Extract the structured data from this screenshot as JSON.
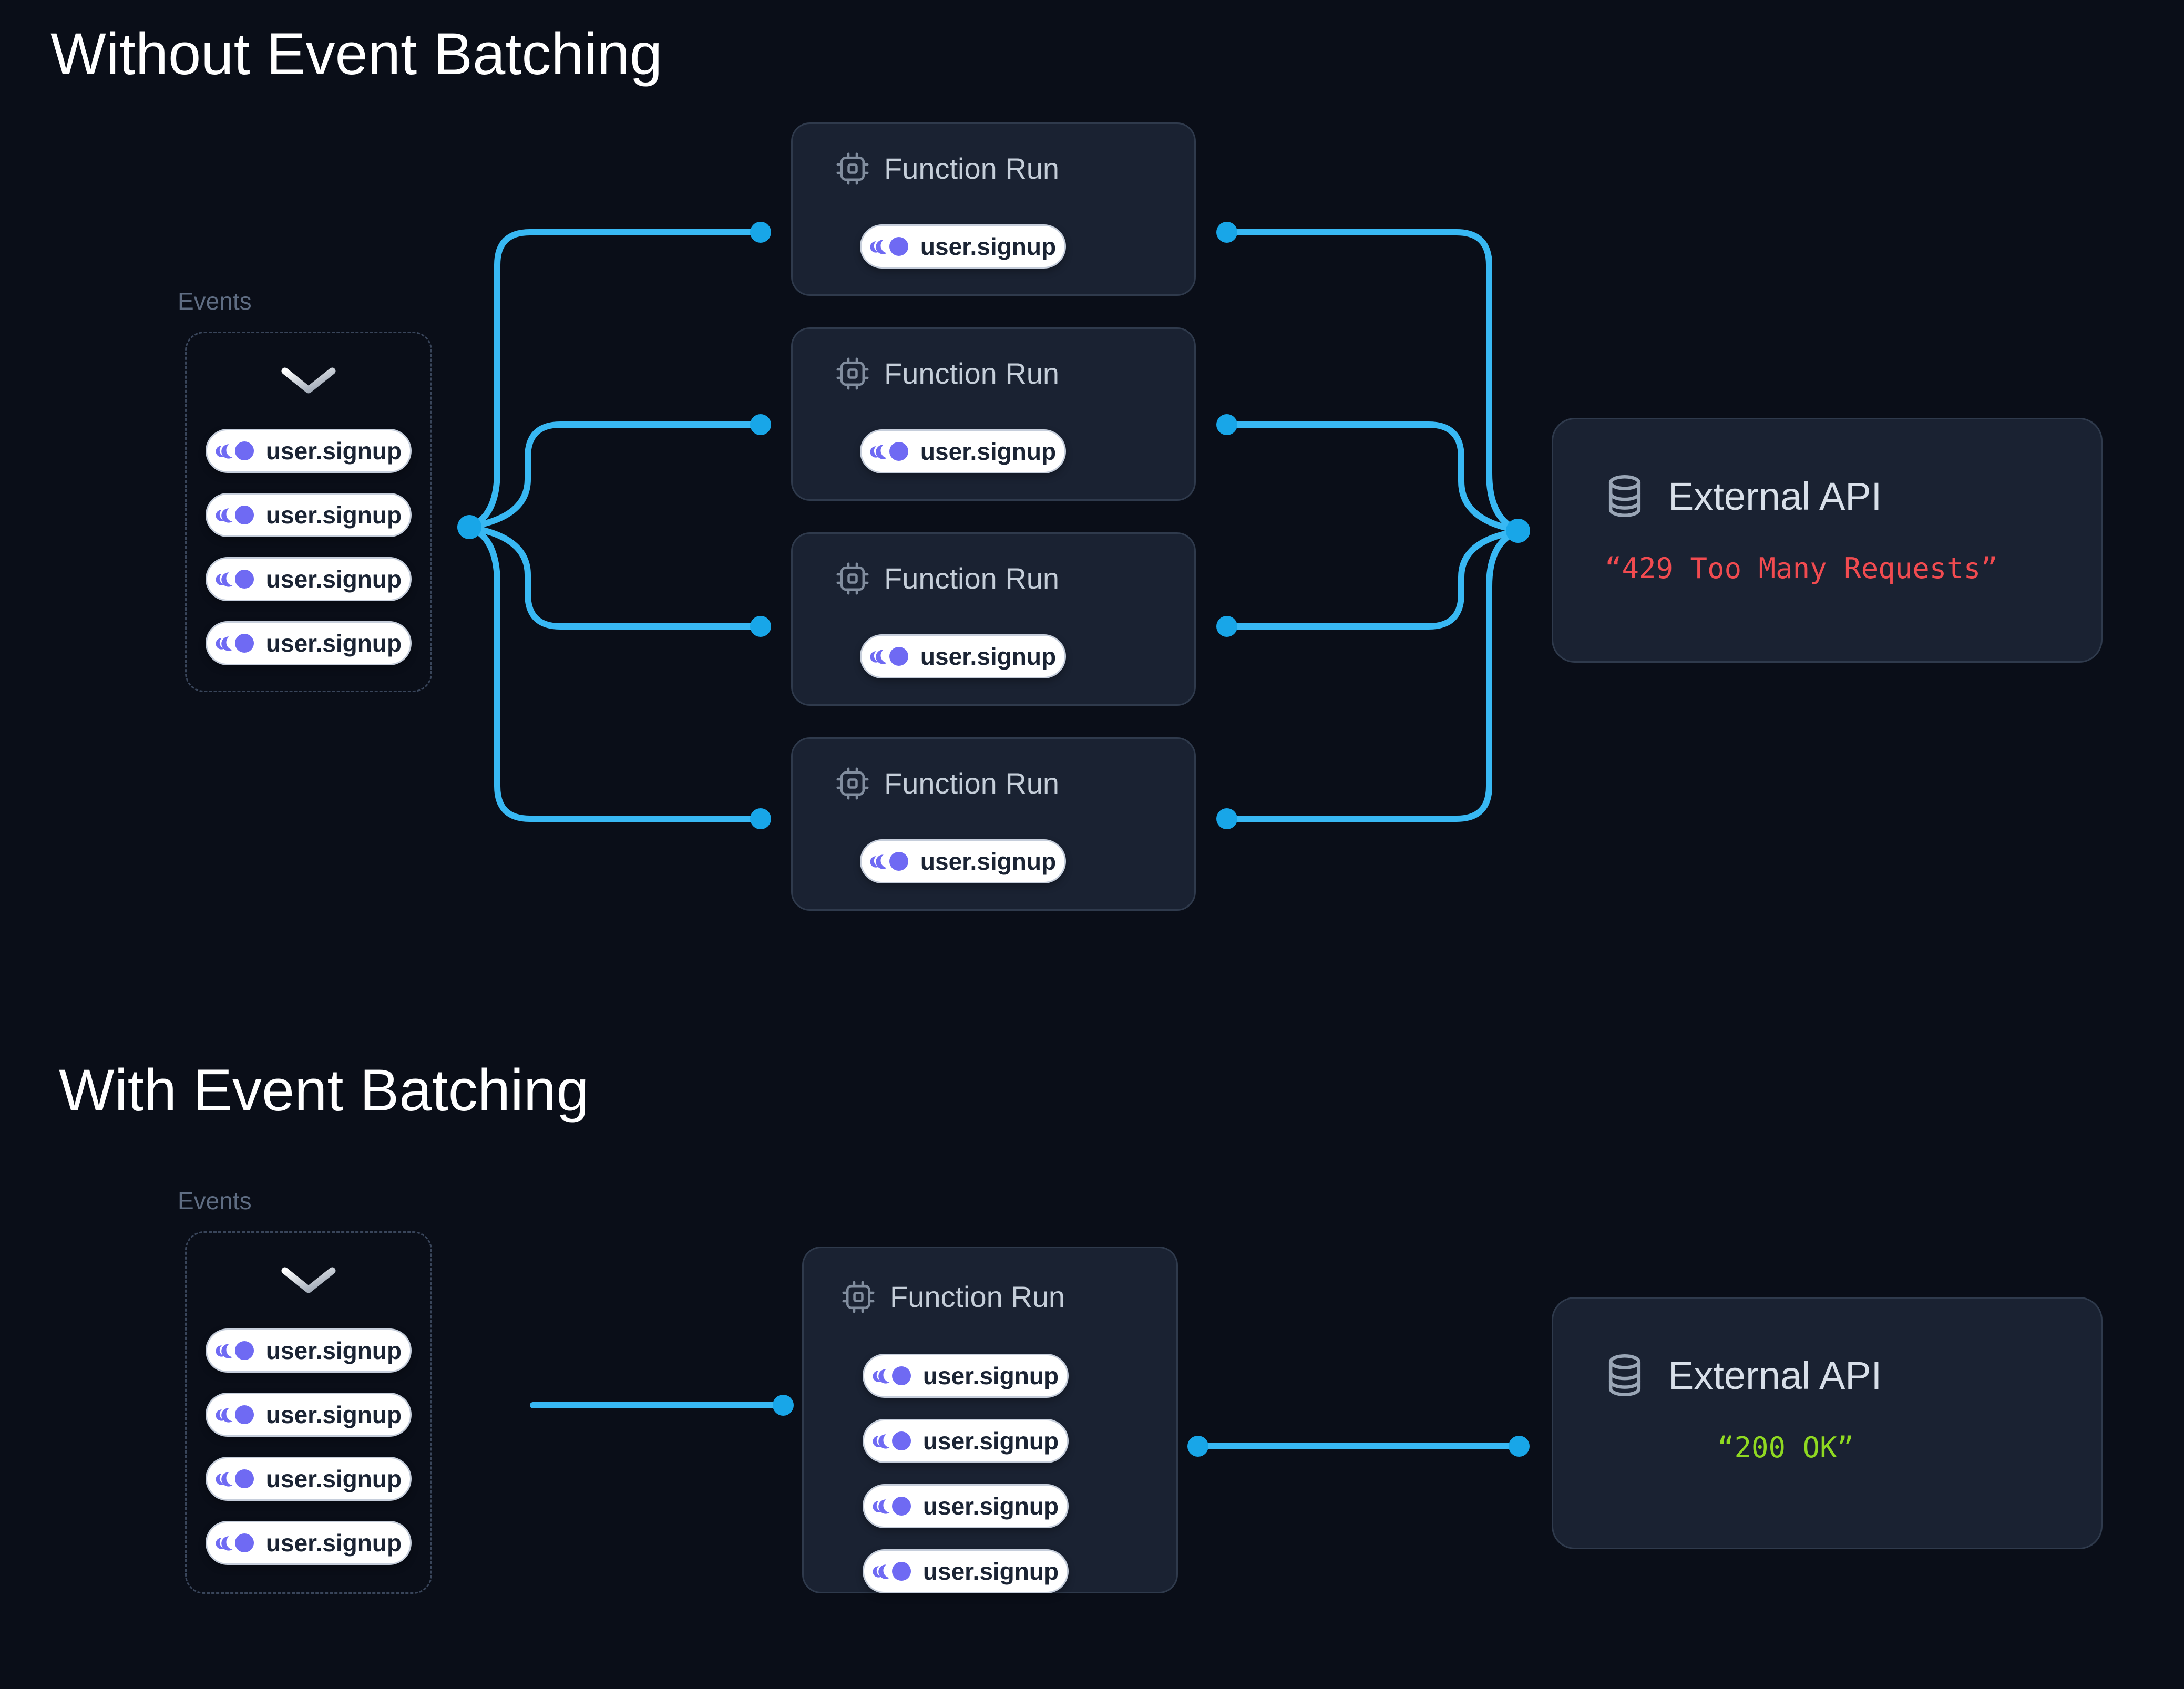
{
  "page": {
    "background_color": "#0a0e18",
    "accent_blue": "#38b8f3",
    "accent_purple": "#6f6af3",
    "card_background": "#1a2232",
    "card_border": "#2f3a4c",
    "pill_background": "#ffffff",
    "error_red": "#f14b50",
    "success_green": "#8fd921"
  },
  "icons": {
    "events_arrow": "chevron-down-icon",
    "event_badge": "event-pulse-icon",
    "function_run": "cpu-chip-icon",
    "external_api": "database-icon"
  },
  "sections": {
    "top": {
      "title": "Without Event Batching",
      "events_label": "Events",
      "event_items": [
        "user.signup",
        "user.signup",
        "user.signup",
        "user.signup"
      ],
      "function_runs": [
        {
          "title": "Function Run",
          "event": "user.signup"
        },
        {
          "title": "Function Run",
          "event": "user.signup"
        },
        {
          "title": "Function Run",
          "event": "user.signup"
        },
        {
          "title": "Function Run",
          "event": "user.signup"
        }
      ],
      "external_api": {
        "title": "External API",
        "status": "“429 Too Many Requests”",
        "status_color": "#f14b50"
      }
    },
    "bottom": {
      "title": "With Event Batching",
      "events_label": "Events",
      "event_items": [
        "user.signup",
        "user.signup",
        "user.signup",
        "user.signup"
      ],
      "function_run": {
        "title": "Function Run",
        "events": [
          "user.signup",
          "user.signup",
          "user.signup",
          "user.signup"
        ]
      },
      "external_api": {
        "title": "External API",
        "status": "“200 OK”",
        "status_color": "#8fd921"
      }
    }
  }
}
